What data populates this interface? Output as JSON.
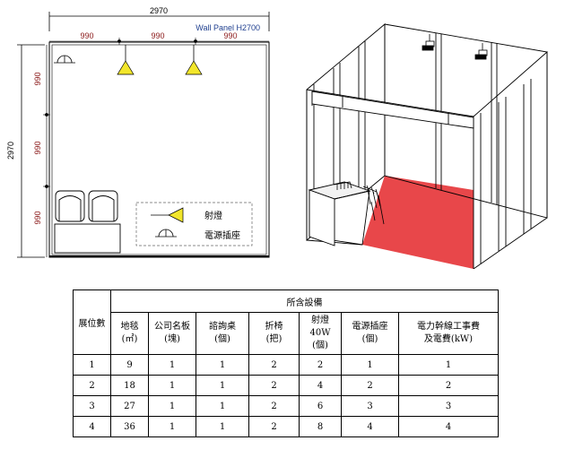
{
  "plan": {
    "top_dimension": "2970",
    "panel_label": "Wall Panel H2700",
    "top_segments": [
      "990",
      "990",
      "990"
    ],
    "left_dimension": "2970",
    "left_segments": [
      "990",
      "990",
      "990"
    ]
  },
  "legend": {
    "spotlight_label": "射燈",
    "outlet_label": "電源插座"
  },
  "colors": {
    "floor_red": "#e8474a",
    "spotlight_yellow": "#f2e62b",
    "dimension_text": "#8b1a1a",
    "panel_label": "#1f3f8f"
  },
  "table": {
    "header_booth": "展位數",
    "header_group": "所含設備",
    "columns": [
      [
        "地毯",
        "(㎡)"
      ],
      [
        "公司名板",
        "(塊)"
      ],
      [
        "諮詢桌",
        "(個)"
      ],
      [
        "折椅",
        "(把)"
      ],
      [
        "射燈",
        "40W",
        "(個)"
      ],
      [
        "電源插座",
        "(個)"
      ],
      [
        "電力幹線工事費",
        "及電費(kW)"
      ]
    ],
    "rows": [
      [
        "1",
        "9",
        "1",
        "1",
        "2",
        "2",
        "1",
        "1"
      ],
      [
        "2",
        "18",
        "1",
        "1",
        "2",
        "4",
        "2",
        "2"
      ],
      [
        "3",
        "27",
        "1",
        "1",
        "2",
        "6",
        "3",
        "3"
      ],
      [
        "4",
        "36",
        "1",
        "1",
        "2",
        "8",
        "4",
        "4"
      ]
    ]
  }
}
